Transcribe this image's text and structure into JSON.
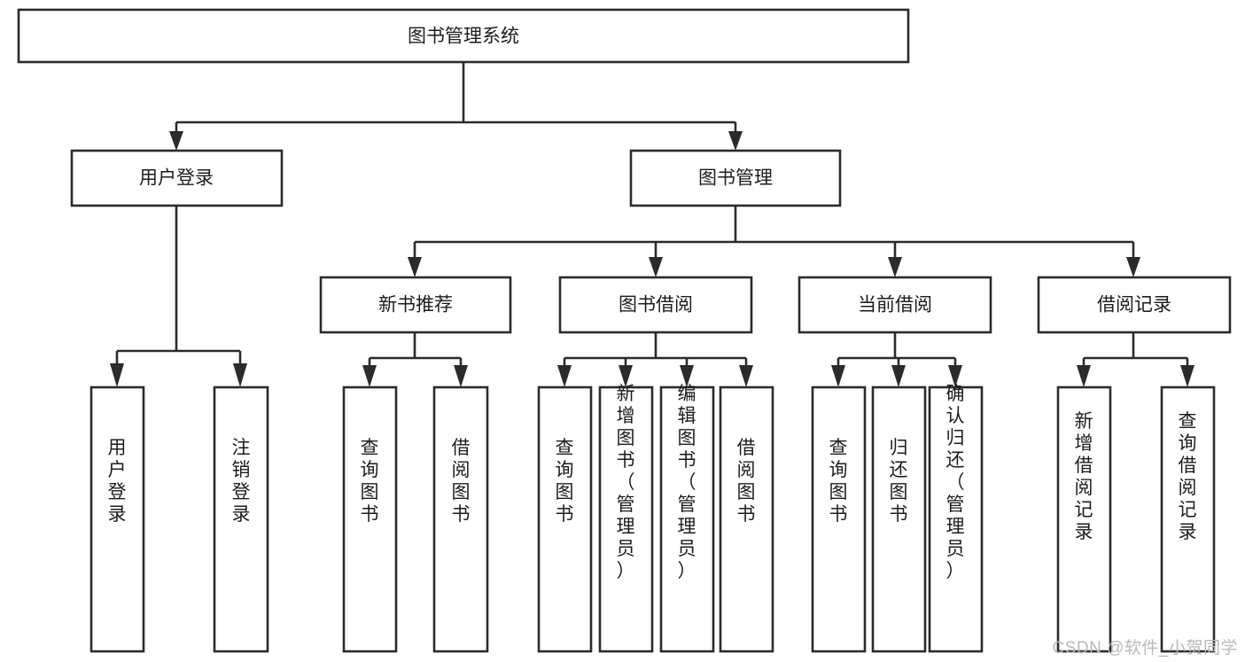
{
  "diagram": {
    "title": "图书管理系统",
    "type": "hierarchy-tree",
    "watermark": "CSDN @软件_小贺同学",
    "colors": {
      "stroke": "#2b2b2b",
      "fill": "#ffffff",
      "text": "#1c1c1c",
      "watermark": "#b9b9b9",
      "background": "#ffffff"
    },
    "root": {
      "label": "图书管理系统"
    },
    "level2": [
      {
        "label": "用户登录"
      },
      {
        "label": "图书管理"
      }
    ],
    "level3": [
      {
        "label": "新书推荐"
      },
      {
        "label": "图书借阅"
      },
      {
        "label": "当前借阅"
      },
      {
        "label": "借阅记录"
      }
    ],
    "leaves": {
      "user_login": [
        {
          "label": "用户登录"
        },
        {
          "label": "注销登录"
        }
      ],
      "new_book_recommend": [
        {
          "label": "查询图书"
        },
        {
          "label": "借阅图书"
        }
      ],
      "book_borrow": [
        {
          "label": "查询图书"
        },
        {
          "label": "新增图书（管理员）"
        },
        {
          "label": "编辑图书（管理员）"
        },
        {
          "label": "借阅图书"
        }
      ],
      "current_borrow": [
        {
          "label": "查询图书"
        },
        {
          "label": "归还图书"
        },
        {
          "label": "确认归还（管理员）"
        }
      ],
      "borrow_record": [
        {
          "label": "新增借阅记录"
        },
        {
          "label": "查询借阅记录"
        }
      ]
    }
  }
}
